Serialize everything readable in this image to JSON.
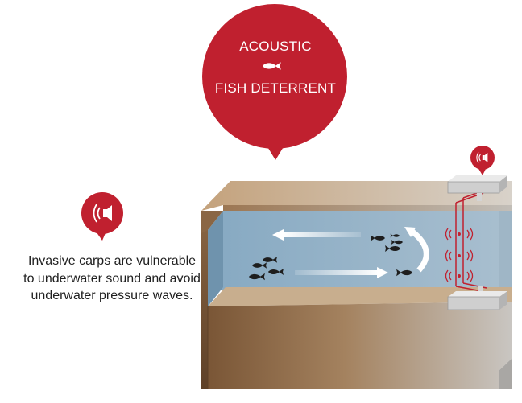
{
  "title": {
    "line1": "ACOUSTIC",
    "line2": "FISH DETERRENT"
  },
  "description": "Invasive carps are vulnerable to underwater sound and avoid underwater pressure waves.",
  "icons": {
    "title_fish": "fish-icon",
    "speaker_left": "speaker-icon",
    "speaker_device": "speaker-icon"
  },
  "colors": {
    "accent_red": "#c0202f",
    "water": "#8fb1c9",
    "concrete_light": "#c9ad8a",
    "concrete_dark": "#7a5636",
    "emitter_gray": "#cfcfcf",
    "flow_arrow": "#ffffff",
    "fish": "#1e1e1e"
  }
}
